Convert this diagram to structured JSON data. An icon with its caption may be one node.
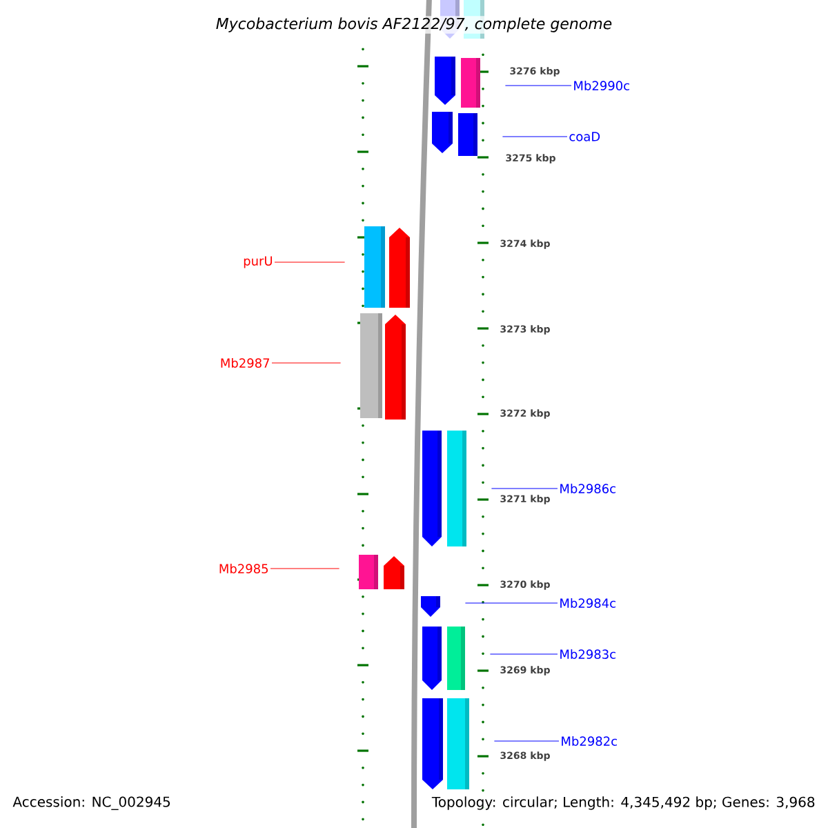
{
  "diagram": {
    "title": "Mycobacterium bovis AF2122/97, complete genome",
    "nodes": [
      {
        "text": [],
        "shape": "arrow"
      },
      {
        "text": [],
        "shape": "box"
      },
      {
        "text": [],
        "shape": "arrow"
      },
      {
        "text": [],
        "shape": "box"
      },
      {
        "text": [
          "Mb2990c"
        ]
      },
      {
        "text": [],
        "shape": "arrow"
      },
      {
        "text": [],
        "shape": "box"
      },
      {
        "text": [
          "coaD"
        ]
      },
      {
        "text": [
          "purU"
        ]
      },
      {
        "text": [],
        "shape": "box"
      },
      {
        "text": [],
        "shape": "arrow"
      },
      {
        "text": [
          "Mb2987"
        ]
      },
      {
        "text": [],
        "shape": "box"
      },
      {
        "text": [],
        "shape": "arrow"
      },
      {
        "text": [],
        "shape": "arrow"
      },
      {
        "text": [],
        "shape": "box"
      },
      {
        "text": [
          "Mb2986c"
        ]
      },
      {
        "text": [
          "Mb2985"
        ]
      },
      {
        "text": [],
        "shape": "box"
      },
      {
        "text": [],
        "shape": "arrow"
      },
      {
        "text": [],
        "shape": "arrow"
      },
      {
        "text": [
          "Mb2984c"
        ]
      },
      {
        "text": [],
        "shape": "arrow"
      },
      {
        "text": [],
        "shape": "box"
      },
      {
        "text": [
          "Mb2983c"
        ]
      },
      {
        "text": [],
        "shape": "arrow"
      },
      {
        "text": [],
        "shape": "box"
      },
      {
        "text": [
          "Mb2982c"
        ]
      }
    ],
    "edges": [
      {
        "from": 4,
        "to": 3,
        "arrow": "none"
      },
      {
        "from": 7,
        "to": 6,
        "arrow": "none"
      },
      {
        "from": 8,
        "to": 9,
        "arrow": "none",
        "color": "#ff0000"
      },
      {
        "from": 11,
        "to": 12,
        "arrow": "none",
        "color": "#ff0000"
      },
      {
        "from": 16,
        "to": 15,
        "arrow": "none"
      },
      {
        "from": 17,
        "to": 18,
        "arrow": "none",
        "color": "#ff0000"
      },
      {
        "from": 21,
        "to": 20,
        "arrow": "none"
      },
      {
        "from": 24,
        "to": 23,
        "arrow": "none"
      },
      {
        "from": 27,
        "to": 26,
        "arrow": "none"
      }
    ],
    "labels": [
      "3276 kbp",
      "3275 kbp",
      "3274 kbp",
      "3273 kbp",
      "3272 kbp",
      "3271 kbp",
      "3270 kbp",
      "3269 kbp",
      "3268 kbp",
      "Accession: NC_002945",
      "Topology: circular; Length: 4,345,492 bp; Genes: 3,968"
    ]
  }
}
